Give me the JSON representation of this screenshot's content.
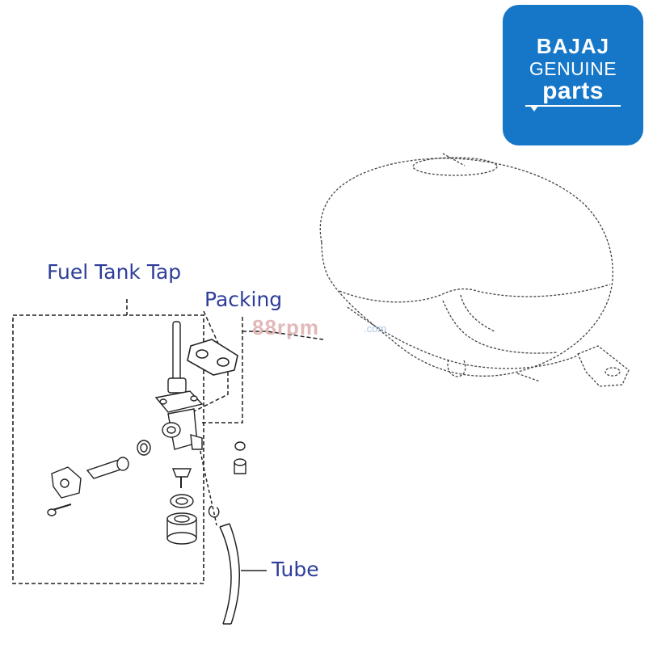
{
  "logo": {
    "brand": "BAJAJ",
    "line2": "GENUINE",
    "line3": "parts",
    "background": "#1677c8"
  },
  "labels": {
    "fuel_tank_tap": "Fuel Tank Tap",
    "packing": "Packing",
    "tube": "Tube"
  },
  "watermark": {
    "main": "88rpm",
    "suffix": ".com"
  },
  "colors": {
    "label": "#2e3d9a",
    "line": "#333333",
    "watermark_blue": "#a9c6e6",
    "watermark_red": "#d9a0a0"
  }
}
